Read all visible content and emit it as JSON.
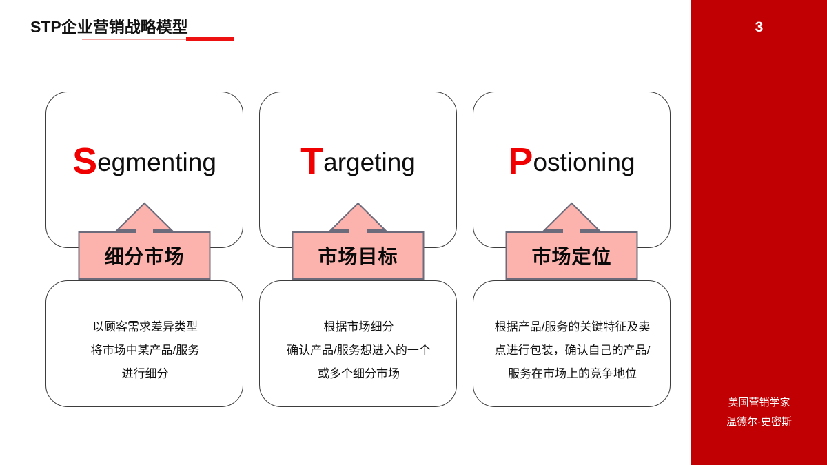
{
  "header": {
    "title": "STP企业营销战略模型"
  },
  "side_panel": {
    "page_number": "3",
    "credit_line_1": "美国营销学家",
    "credit_line_2": "温德尔·史密斯",
    "background_color": "#c10003"
  },
  "theme": {
    "accent_red": "#ee1111",
    "initial_red": "#f00000",
    "arrow_fill": "#fcb3ad",
    "arrow_stroke": "#6b6b7b",
    "card_stroke": "#3d3d3d",
    "rule_light": "#f5a6a3"
  },
  "columns": [
    {
      "initial": "S",
      "word_rest": "egmenting",
      "arrow_label": "细分市场",
      "description_lines": [
        "以顾客需求差异类型",
        "将市场中某产品/服务",
        "进行细分"
      ]
    },
    {
      "initial": "T",
      "word_rest": "argeting",
      "arrow_label": "市场目标",
      "description_lines": [
        "根据市场细分",
        "确认产品/服务想进入的一个",
        "或多个细分市场"
      ]
    },
    {
      "initial": "P",
      "word_rest": "ostioning",
      "arrow_label": "市场定位",
      "description_lines": [
        "根据产品/服务的关键特征及卖",
        "点进行包装，确认自己的产品/",
        "服务在市场上的竞争地位"
      ]
    }
  ]
}
